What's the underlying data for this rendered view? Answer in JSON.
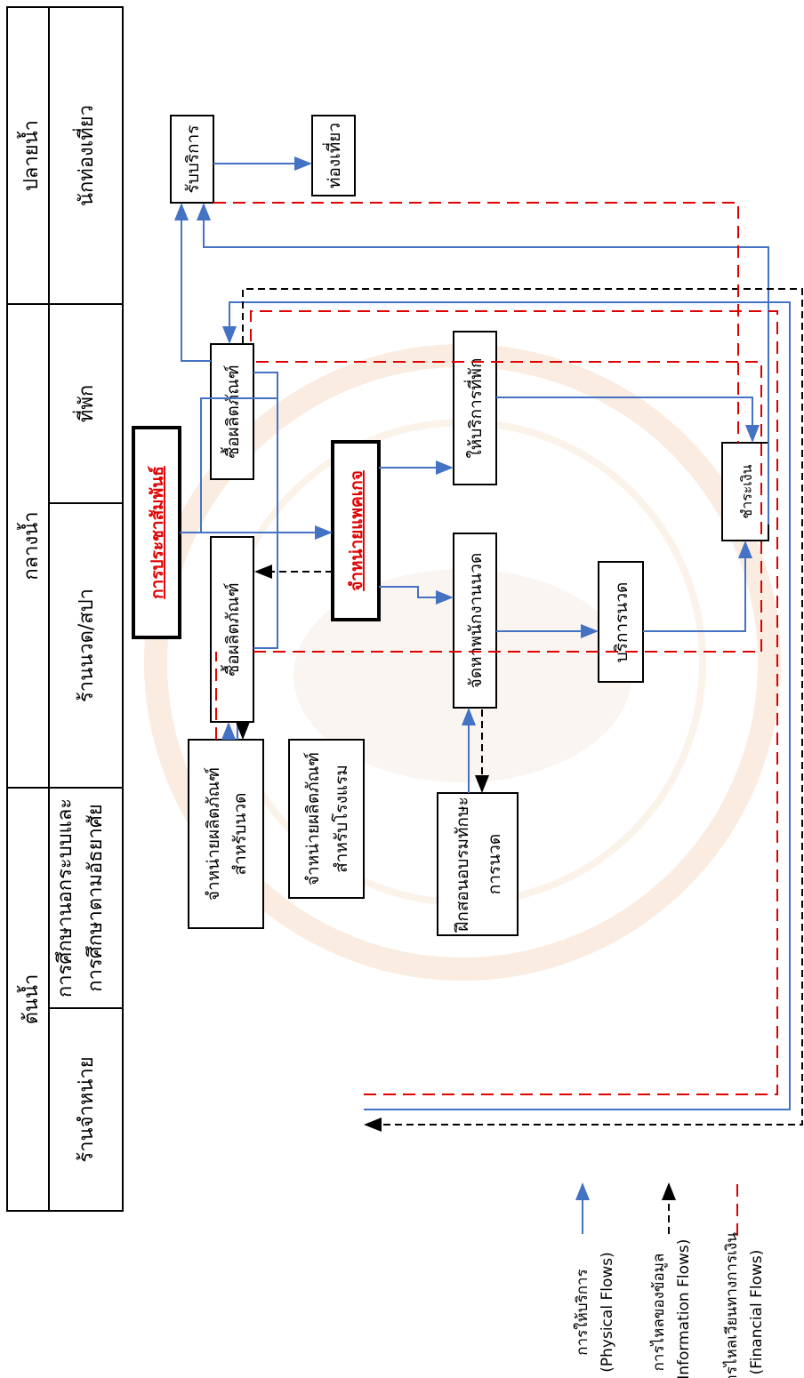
{
  "header": {
    "upstream": "ต้นน้ำ",
    "midstream": "กลางน้ำ",
    "downstream": "ปลายน้ำ",
    "retail_shop": "ร้านจำหน่าย",
    "training_line1": "การศึกษานอกระบบและ",
    "training_line2": "การศึกษาตามอัธยาศัย",
    "massage_spa": "ร้านนวด/สปา",
    "accommodation": "ที่พัก",
    "tourist": "นักท่องเที่ยว"
  },
  "nodes": {
    "massage_supplier_1": "จำหน่ายผลิตภัณฑ์",
    "massage_supplier_2": "สำหรับนวด",
    "hotel_supplier_1": "จำหน่ายผลิตภัณฑ์",
    "hotel_supplier_2": "สำหรับโรงแรม",
    "training_1": "ฝึกสอนอบรมทักษะ",
    "training_2": "การนวด",
    "buy_products_spa": "ซื้อผลิตภัณฑ์",
    "buy_products_hotel": "ซื้อผลิตภัณฑ์",
    "pr": "การประชาสัมพันธ์",
    "package": "จำหน่ายแพคเกจ",
    "hire_staff": "จัดหาพนักงานนวด",
    "lodging_service": "ให้บริการที่พัก",
    "massage_service": "บริการนวด",
    "payment": "ชำระเงิน",
    "receive_service": "รับบริการ",
    "travel": "ท่องเที่ยว"
  },
  "legend": {
    "physical_th": "การให้บริการ",
    "physical_en": "(Physical Flows)",
    "information_th": "การไหลของข้อมูล",
    "information_en": "(Information Flows)",
    "financial_th": "การไหลเวียนทางการเงิน",
    "financial_en": "(Financial Flows)"
  },
  "colors": {
    "physical": "#4472c4",
    "information": "#000000",
    "financial": "#e00000",
    "watermark": "#f2c9a8"
  }
}
